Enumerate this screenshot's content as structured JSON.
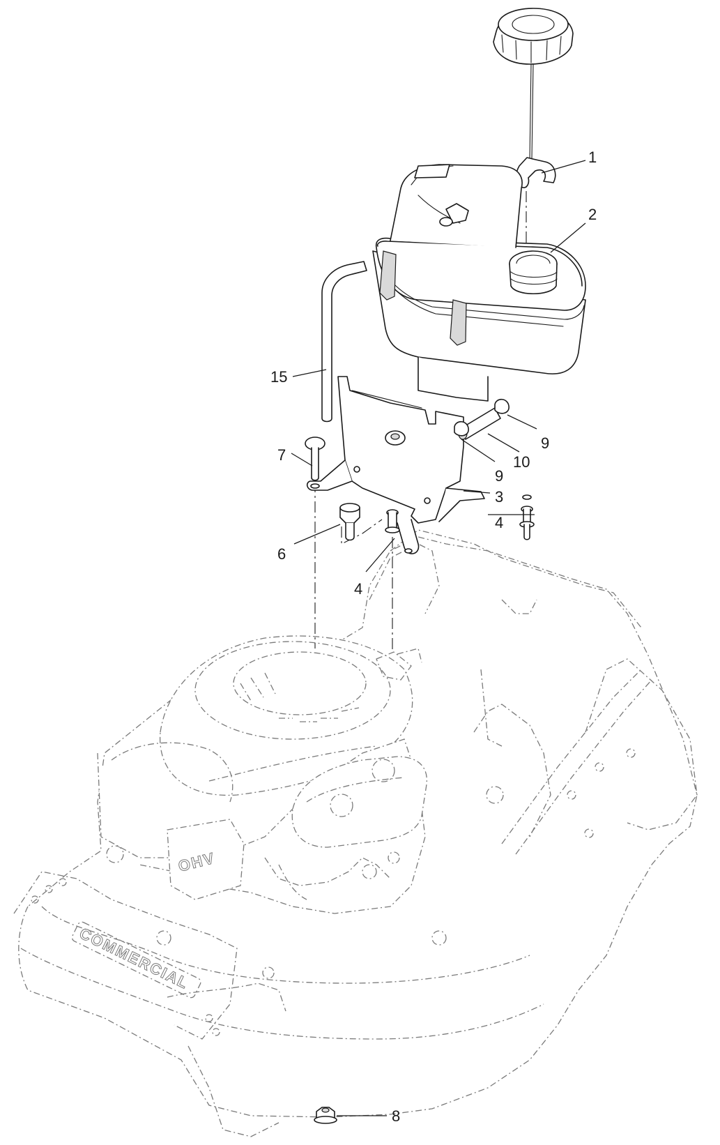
{
  "callouts": [
    {
      "id": "c1",
      "label": "1"
    },
    {
      "id": "c2",
      "label": "2"
    },
    {
      "id": "c15",
      "label": "15"
    },
    {
      "id": "c9a",
      "label": "9"
    },
    {
      "id": "c10",
      "label": "10"
    },
    {
      "id": "c9b",
      "label": "9"
    },
    {
      "id": "c7",
      "label": "7"
    },
    {
      "id": "c3",
      "label": "3"
    },
    {
      "id": "c4a",
      "label": "4"
    },
    {
      "id": "c6",
      "label": "6"
    },
    {
      "id": "c4b",
      "label": "4"
    },
    {
      "id": "c8",
      "label": "8"
    }
  ],
  "deck_branding": {
    "brand_text": "COMMERCIAL",
    "engine_badge": "OHV"
  }
}
